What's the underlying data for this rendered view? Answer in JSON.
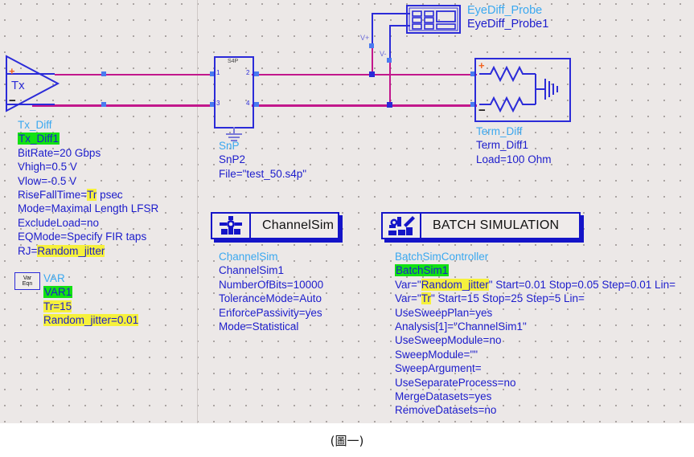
{
  "canvas": {
    "bg_color": "#ece8e7",
    "wire_color": "#c2178c",
    "symbol_color": "#2b2bd8",
    "instance_label_color": "#3aa8f0",
    "highlight_yellow": "#f6f13c",
    "highlight_green": "#12e112"
  },
  "caption": {
    "text": "(圖一)"
  },
  "components": {
    "tx": {
      "symbol_label": "Tx",
      "plus_terminal": "+",
      "minus_terminal": "−"
    },
    "snp": {
      "body_label": "S4P",
      "ports": [
        "1",
        "2",
        "3",
        "4"
      ]
    },
    "probe": {
      "icon_name": "eye-diagram-probe-icon",
      "type_label": "EyeDiff_Probe",
      "instance_label": "EyeDiff_Probe1",
      "node_labels": [
        "V+",
        "V-"
      ]
    },
    "term": {
      "plus_terminal": "+",
      "minus_terminal": "−"
    },
    "var_icon": {
      "line1": "Var",
      "line2": "Eqn"
    }
  },
  "tx_diff_params": {
    "type_label": "Tx_Diff",
    "instance_label": "Tx_Diff1",
    "rows": [
      {
        "text": "BitRate=20 Gbps"
      },
      {
        "text": "Vhigh=0.5 V"
      },
      {
        "text": "Vlow=-0.5 V"
      },
      {
        "pre": "RiseFallTime=",
        "hl": "Tr",
        "post": " psec"
      },
      {
        "text": "Mode=Maximal Length LFSR"
      },
      {
        "text": "ExcludeLoad=no"
      },
      {
        "text": "EQMode=Specify FIR taps"
      },
      {
        "pre": "RJ=",
        "hl": "Random_jitter",
        "post": ""
      }
    ]
  },
  "snp_params": {
    "type_label": "SnP",
    "instance_label": "SnP2",
    "rows": [
      {
        "text": "File=\"test_50.s4p\""
      }
    ]
  },
  "term_params": {
    "type_label": "Term_Diff",
    "instance_label": "Term_Diff1",
    "rows": [
      {
        "text": "Load=100 Ohm"
      }
    ]
  },
  "var_params": {
    "type_label": "VAR",
    "instance_label": "VAR1",
    "rows": [
      {
        "hl_all": "Tr=15"
      },
      {
        "hl_all": "Random_jitter=0.01"
      }
    ]
  },
  "channel_sim": {
    "title": "ChannelSim",
    "icon_name": "channel-sim-icon",
    "type_label": "ChannelSim",
    "instance_label": "ChannelSim1",
    "rows": [
      {
        "text": "NumberOfBits=10000"
      },
      {
        "text": "ToleranceMode=Auto"
      },
      {
        "text": "EnforcePassivity=yes"
      },
      {
        "text": "Mode=Statistical"
      }
    ]
  },
  "batch_sim": {
    "title": "BATCH SIMULATION",
    "icon_name": "batch-simulation-icon",
    "type_label": "BatchSimController",
    "instance_label": "BatchSim1",
    "rows": [
      {
        "pre": "Var=\"",
        "hl": "Random_jitter",
        "post": "\" Start=0.01 Stop=0.05 Step=0.01 Lin="
      },
      {
        "pre": "Var=\"",
        "hl": "Tr",
        "post": "\" Start=15 Stop=25 Step=5 Lin="
      },
      {
        "text": "UseSweepPlan=yes"
      },
      {
        "text": "Analysis[1]=\"ChannelSim1\""
      },
      {
        "text": "UseSweepModule=no"
      },
      {
        "text": "SweepModule=\"\""
      },
      {
        "text": "SweepArgument="
      },
      {
        "text": "UseSeparateProcess=no"
      },
      {
        "text": "MergeDatasets=yes"
      },
      {
        "text": "RemoveDatasets=no"
      }
    ]
  }
}
